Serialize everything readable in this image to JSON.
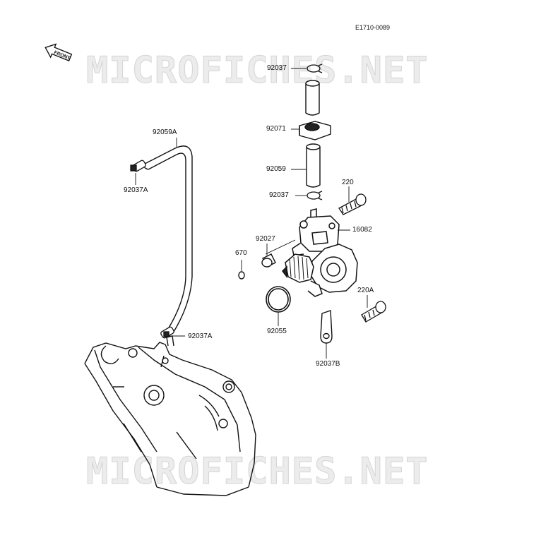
{
  "diagram_code": "E1710-0089",
  "watermark": "MICROFICHES.NET",
  "front_arrow_label": "FRONT",
  "parts": {
    "clip_top": "92037",
    "guide": "92071",
    "tube": "92059",
    "clip_mid": "92037",
    "bolt": "220",
    "pump": "16082",
    "collar": "92027",
    "ring": "670",
    "o_ring": "92055",
    "bolt_a": "220A",
    "bracket": "92037B",
    "hose": "92059A",
    "clamp_upper": "92037A",
    "clamp_lower": "92037A"
  }
}
